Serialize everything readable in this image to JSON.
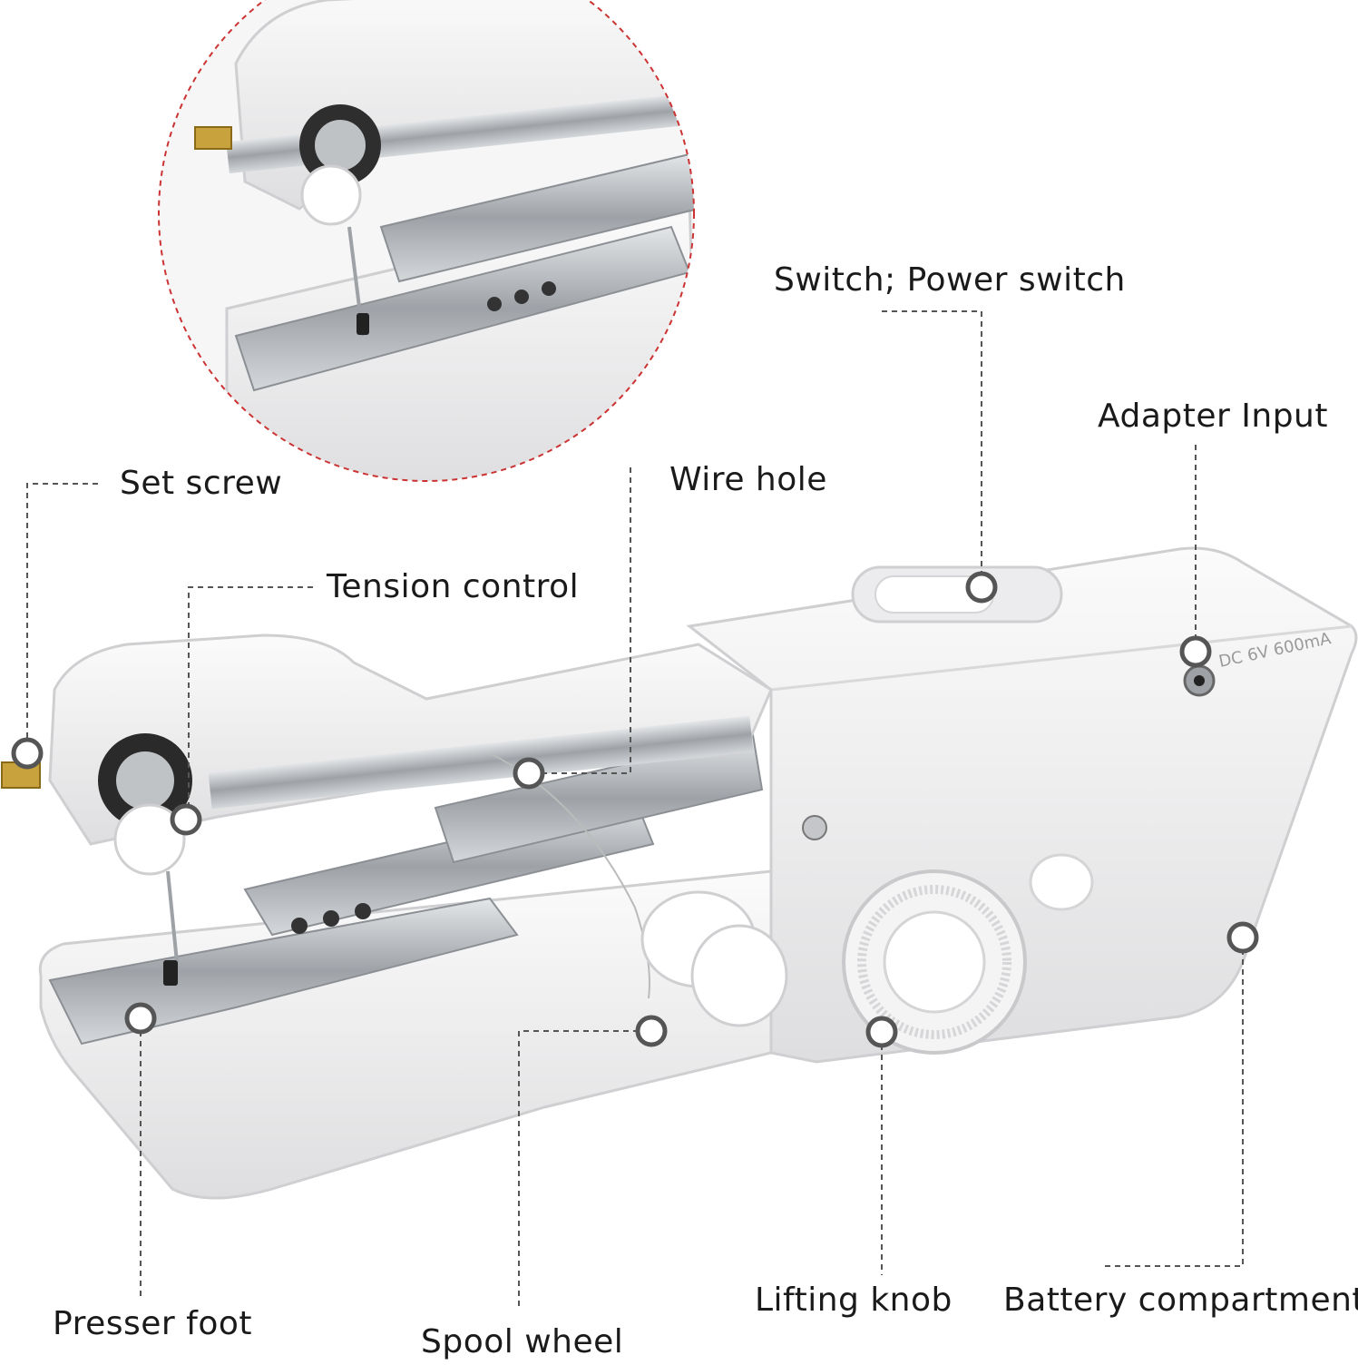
{
  "labels": {
    "power_switch": "Switch; Power switch",
    "adapter_input": "Adapter Input",
    "set_screw": "Set screw",
    "wire_hole": "Wire hole",
    "tension_control": "Tension control",
    "presser_foot": "Presser foot",
    "spool_wheel": "Spool wheel",
    "lifting_knob": "Lifting knob",
    "battery_compartment": "Battery compartment"
  },
  "device_marking": "DC 6V 600mA",
  "colors": {
    "body": "#f2f2f2",
    "body_shadow": "#d7d7d9",
    "steel": "#b9bcc0",
    "leader": "#555555",
    "circle_border": "#cc3333"
  }
}
